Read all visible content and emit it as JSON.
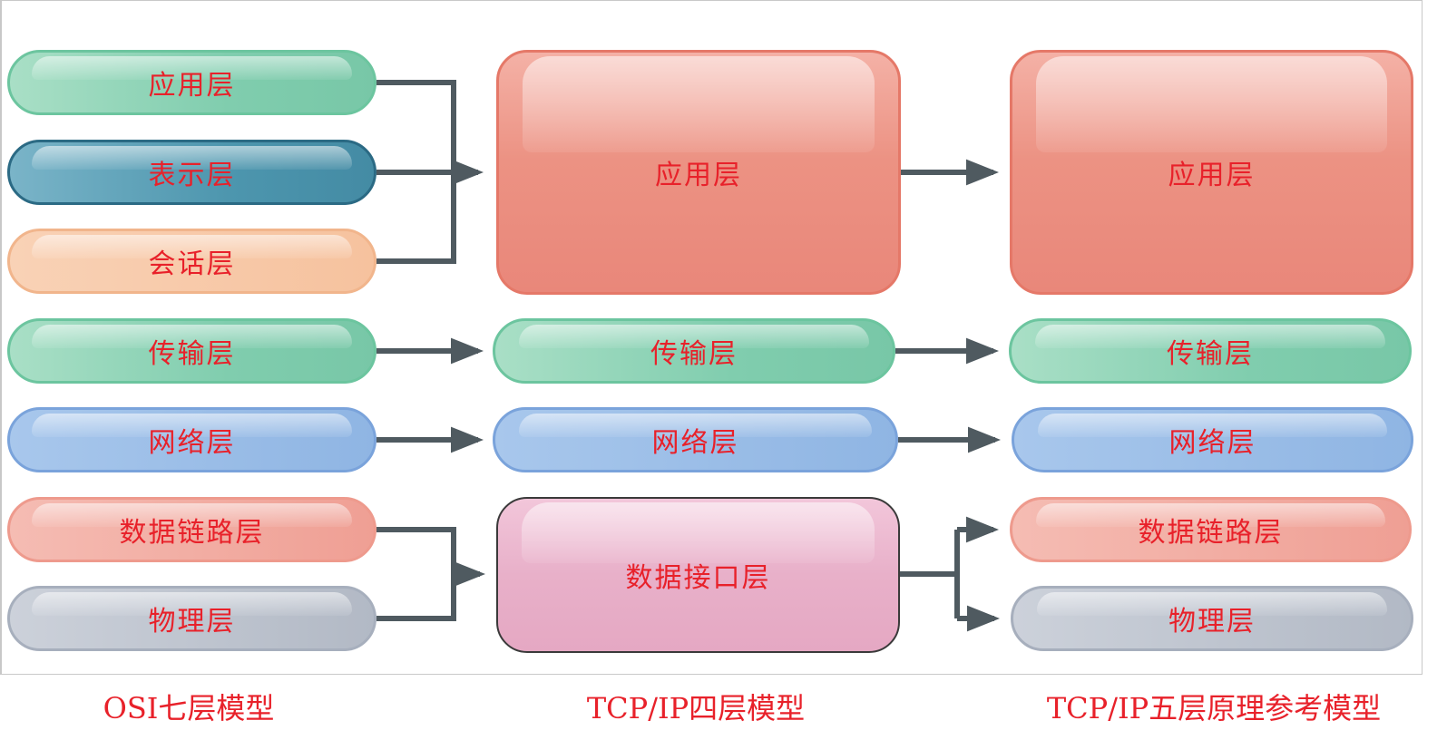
{
  "osi": {
    "title": "OSI七层模型",
    "layers": [
      "应用层",
      "表示层",
      "会话层",
      "传输层",
      "网络层",
      "数据链路层",
      "物理层"
    ]
  },
  "tcpip4": {
    "title": "TCP/IP四层模型",
    "layers": [
      "应用层",
      "传输层",
      "网络层",
      "数据接口层"
    ]
  },
  "tcpip5": {
    "title": "TCP/IP五层原理参考模型",
    "layers": [
      "应用层",
      "传输层",
      "网络层",
      "数据链路层",
      "物理层"
    ]
  },
  "colors": {
    "text": "#e8212a",
    "connector": "#4f5a60"
  }
}
